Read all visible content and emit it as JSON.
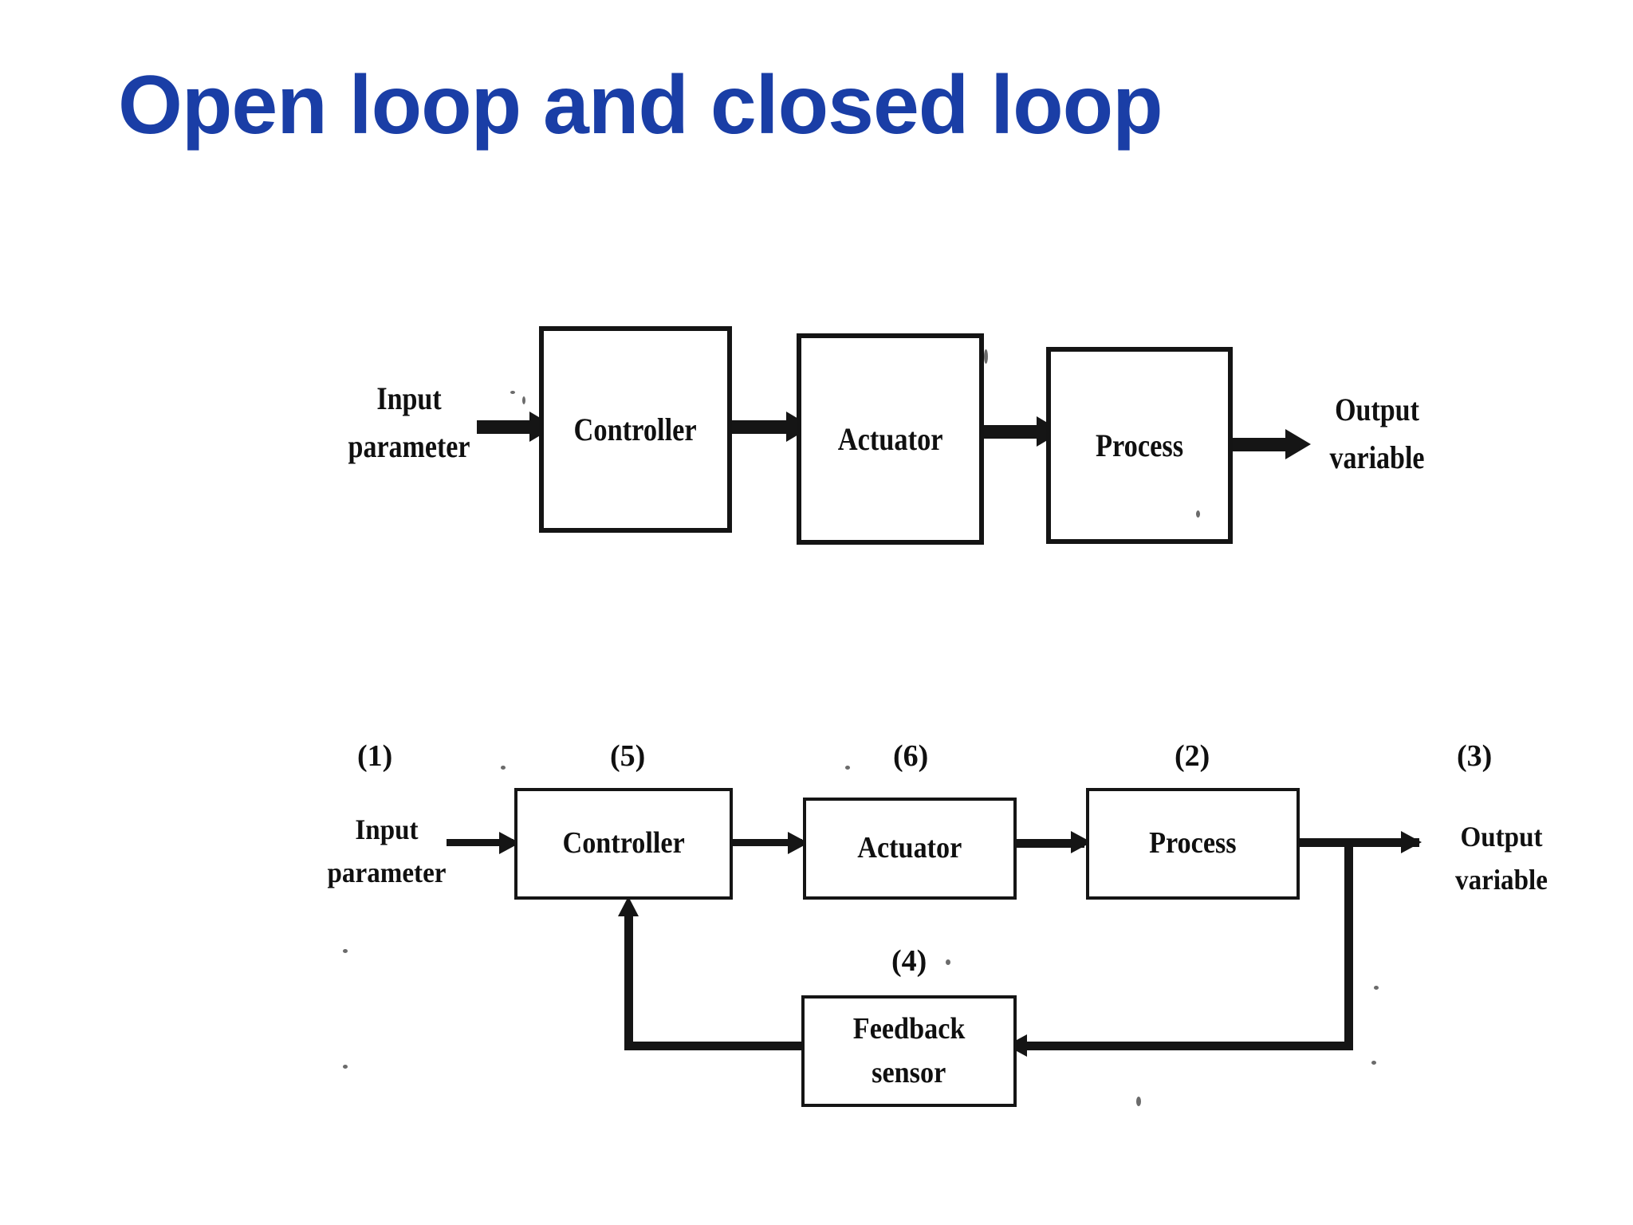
{
  "slide": {
    "title": "Open loop and closed loop",
    "title_color": "#1a3ea6",
    "background_color": "#ffffff",
    "ink_color": "#151515"
  },
  "open_loop": {
    "name": "open-loop-block-diagram",
    "input_label_line1": "Input",
    "input_label_line2": "parameter",
    "output_label_line1": "Output",
    "output_label_line2": "variable",
    "blocks": [
      {
        "id": "controller",
        "label": "Controller"
      },
      {
        "id": "actuator",
        "label": "Actuator"
      },
      {
        "id": "process",
        "label": "Process"
      }
    ]
  },
  "closed_loop": {
    "name": "closed-loop-block-diagram",
    "input_label_line1": "Input",
    "input_label_line2": "parameter",
    "output_label_line1": "Output",
    "output_label_line2": "variable",
    "blocks": [
      {
        "id": "controller",
        "label": "Controller"
      },
      {
        "id": "actuator",
        "label": "Actuator"
      },
      {
        "id": "process",
        "label": "Process"
      },
      {
        "id": "feedback-sensor",
        "label_line1": "Feedback",
        "label_line2": "sensor"
      }
    ],
    "callouts": [
      {
        "id": "input",
        "text": "(1)"
      },
      {
        "id": "controller",
        "text": "(5)"
      },
      {
        "id": "actuator",
        "text": "(6)"
      },
      {
        "id": "process",
        "text": "(2)"
      },
      {
        "id": "output",
        "text": "(3)"
      },
      {
        "id": "feedback-sensor",
        "text": "(4)"
      }
    ]
  }
}
